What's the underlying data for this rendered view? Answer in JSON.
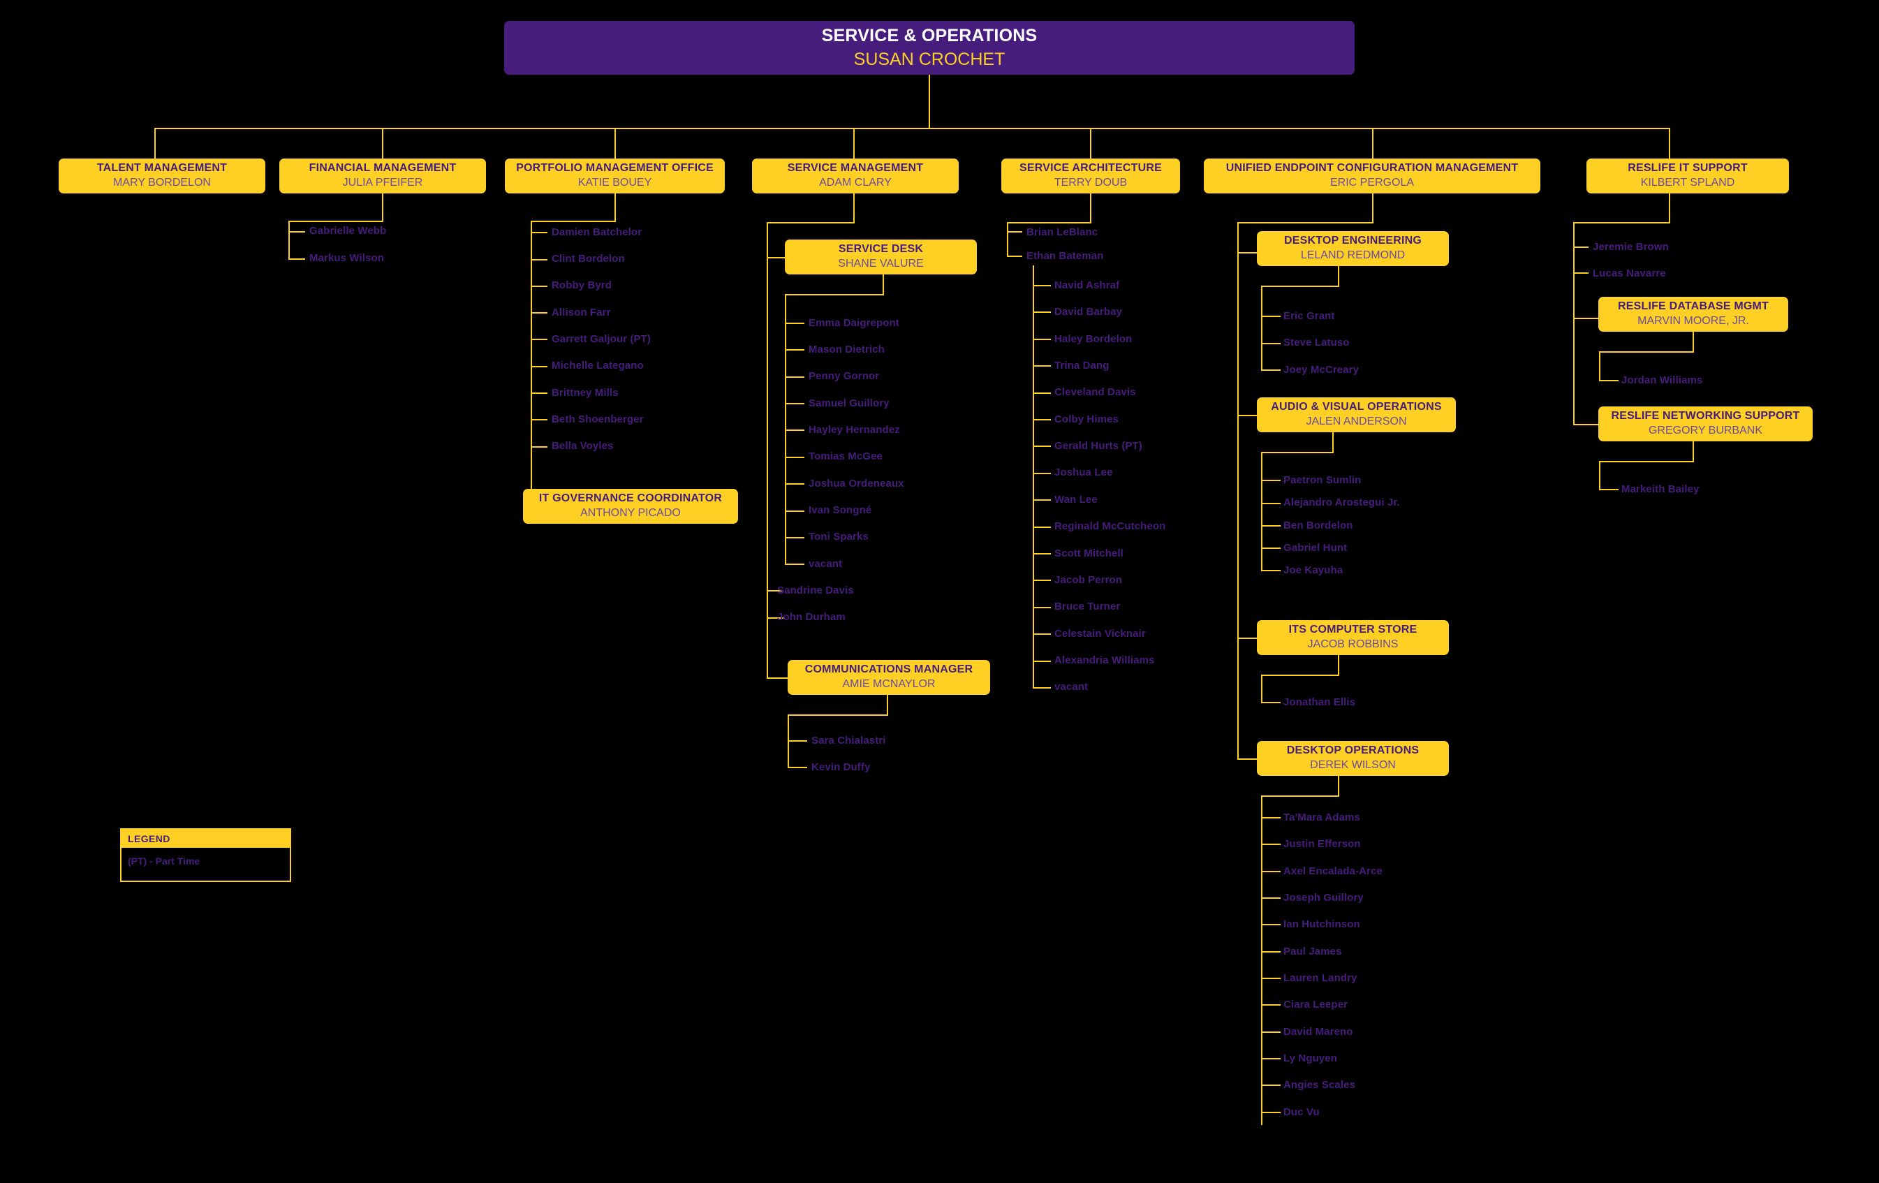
{
  "chart": {
    "type": "org-chart",
    "title": "Service & Operations Organizational Chart",
    "background_color": "#000000",
    "box_color": "#FDD023",
    "root_box_color": "#461D7C",
    "line_color": "#FDD023",
    "title_text_color": "#461D7C",
    "person_text_color": "#6B4AA0"
  },
  "root": {
    "title": "SERVICE & OPERATIONS",
    "person": "SUSAN CROCHET"
  },
  "divisions": [
    {
      "id": "talent",
      "title": "TALENT MANAGEMENT",
      "person": "MARY BORDELON",
      "children": []
    },
    {
      "id": "financial",
      "title": "FINANCIAL MANAGEMENT",
      "person": "JULIA PFEIFER",
      "children": [
        "Gabrielle Webb",
        "Markus Wilson"
      ]
    },
    {
      "id": "pmo",
      "title": "PORTFOLIO MANAGEMENT OFFICE",
      "person": "KATIE BOUEY",
      "children": [
        "Damien Batchelor",
        "Clint Bordelon",
        "Robby Byrd",
        "Allison Farr",
        "Garrett Galjour (PT)",
        "Michelle Lategano",
        "Brittney Mills",
        "Beth Shoenberger",
        "Bella Voyles"
      ],
      "subunits": [
        {
          "id": "it-governance",
          "title": "IT GOVERNANCE COORDINATOR",
          "person": "ANTHONY PICADO",
          "children": []
        }
      ]
    },
    {
      "id": "service-mgmt",
      "title": "SERVICE MANAGEMENT",
      "person": "ADAM CLARY",
      "children": [
        "Sandrine Davis",
        "John Durham"
      ],
      "subunits": [
        {
          "id": "service-desk",
          "title": "SERVICE DESK",
          "person": "SHANE VALURE",
          "children": [
            "Emma Daigrepont",
            "Mason Dietrich",
            "Penny Gornor",
            "Samuel Guillory",
            "Hayley Hernandez",
            "Tomias McGee",
            "Joshua Ordeneaux",
            "Ivan Songné",
            "Toni Sparks",
            "vacant"
          ]
        },
        {
          "id": "communications",
          "title": "COMMUNICATIONS MANAGER",
          "person": "AMIE MCNAYLOR",
          "children": [
            "Sara Chialastri",
            "Kevin Duffy"
          ]
        }
      ]
    },
    {
      "id": "service-arch",
      "title": "SERVICE ARCHITECTURE",
      "person": "TERRY DOUB",
      "children": [
        "Brian LeBlanc",
        "Ethan Bateman"
      ],
      "grandchildren_of": "Ethan Bateman",
      "grandchildren": [
        "Navid Ashraf",
        "David Barbay",
        "Haley Bordelon",
        "Trina Dang",
        "Cleveland Davis",
        "Colby Himes",
        "Gerald Hurts (PT)",
        "Joshua Lee",
        "Wan Lee",
        "Reginald McCutcheon",
        "Scott Mitchell",
        "Jacob Perron",
        "Bruce Turner",
        "Celestain Vicknair",
        "Alexandria Williams",
        "vacant"
      ]
    },
    {
      "id": "uecm",
      "title": "UNIFIED ENDPOINT CONFIGURATION MANAGEMENT",
      "person": "ERIC PERGOLA",
      "children": [],
      "subunits": [
        {
          "id": "desktop-eng",
          "title": "DESKTOP ENGINEERING",
          "person": "LELAND REDMOND",
          "children": [
            "Eric Grant",
            "Steve Latuso",
            "Joey McCreary"
          ]
        },
        {
          "id": "av-ops",
          "title": "AUDIO & VISUAL OPERATIONS",
          "person": "JALEN ANDERSON",
          "children": [
            "Paetron Sumlin",
            "Alejandro Arostegui Jr.",
            "Ben Bordelon",
            "Gabriel Hunt",
            "Joe Kayuha"
          ]
        },
        {
          "id": "computer-store",
          "title": "ITS COMPUTER STORE",
          "person": "JACOB ROBBINS",
          "children": [
            "Jonathan Ellis"
          ]
        },
        {
          "id": "desktop-ops",
          "title": "DESKTOP OPERATIONS",
          "person": "DEREK WILSON",
          "children": [
            "Ta'Mara Adams",
            "Justin Efferson",
            "Axel Encalada-Arce",
            "Joseph Guillory",
            "Ian Hutchinson",
            "Paul James",
            "Lauren Landry",
            "Ciara Leeper",
            "David Mareno",
            "Ly Nguyen",
            "Angies Scales",
            "Duc Vu"
          ]
        }
      ]
    },
    {
      "id": "reslife",
      "title": "RESLIFE IT SUPPORT",
      "person": "KILBERT SPLAND",
      "children": [
        "Jeremie Brown",
        "Lucas Navarre"
      ],
      "subunits": [
        {
          "id": "reslife-db",
          "title": "RESLIFE DATABASE MGMT",
          "person": "MARVIN MOORE, JR.",
          "children": [
            "Jordan Williams"
          ]
        },
        {
          "id": "reslife-net",
          "title": "RESLIFE NETWORKING SUPPORT",
          "person": "GREGORY BURBANK",
          "children": [
            "Markeith Bailey"
          ]
        }
      ]
    }
  ],
  "legend": {
    "header": "LEGEND",
    "entries": [
      "(PT) - Part Time"
    ]
  }
}
